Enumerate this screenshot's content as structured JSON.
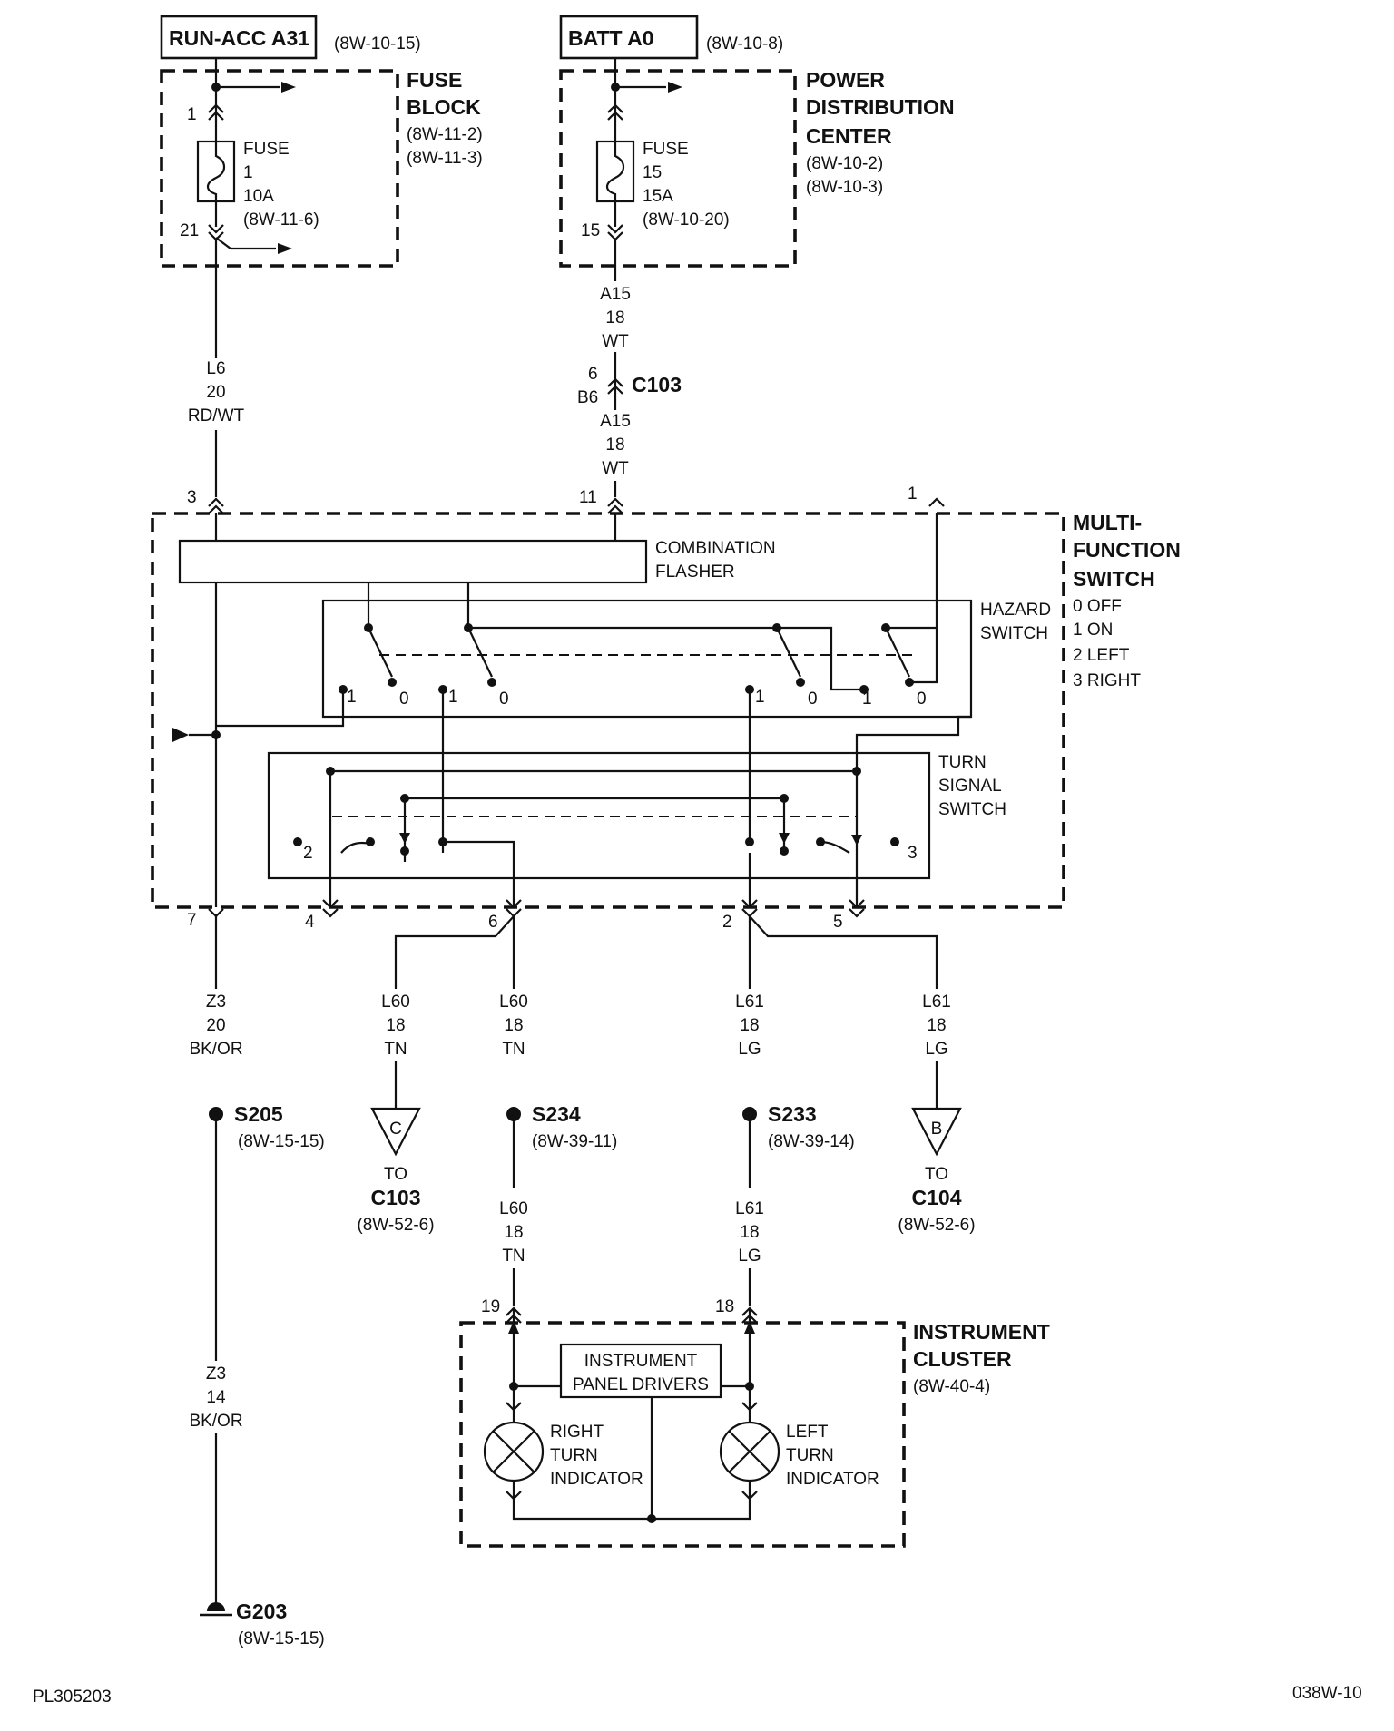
{
  "sources": {
    "run_acc": {
      "label": "RUN-ACC A31",
      "ref": "(8W-10-15)"
    },
    "batt": {
      "label": "BATT A0",
      "ref": "(8W-10-8)"
    }
  },
  "fuse_block": {
    "title1": "FUSE",
    "title2": "BLOCK",
    "ref1": "(8W-11-2)",
    "ref2": "(8W-11-3)",
    "pin_top": "1",
    "pin_bottom": "21",
    "fuse_label": "FUSE",
    "fuse_num": "1",
    "fuse_amp": "10A",
    "fuse_ref": "(8W-11-6)"
  },
  "pdc": {
    "title1": "POWER",
    "title2": "DISTRIBUTION",
    "title3": "CENTER",
    "ref1": "(8W-10-2)",
    "ref2": "(8W-10-3)",
    "pin_bottom": "15",
    "fuse_label": "FUSE",
    "fuse_num": "15",
    "fuse_amp": "15A",
    "fuse_ref": "(8W-10-20)"
  },
  "wires": {
    "l6": [
      "L6",
      "20",
      "RD/WT"
    ],
    "a15_top": [
      "A15",
      "18",
      "WT"
    ],
    "a15_bottom": [
      "A15",
      "18",
      "WT"
    ],
    "z3_top": [
      "Z3",
      "20",
      "BK/OR"
    ],
    "l60_left": [
      "L60",
      "18",
      "TN"
    ],
    "l60_mid": [
      "L60",
      "18",
      "TN"
    ],
    "l61_mid": [
      "L61",
      "18",
      "LG"
    ],
    "l61_right": [
      "L61",
      "18",
      "LG"
    ],
    "l60_low": [
      "L60",
      "18",
      "TN"
    ],
    "l61_low": [
      "L61",
      "18",
      "LG"
    ],
    "z3_low": [
      "Z3",
      "14",
      "BK/OR"
    ]
  },
  "c103_conn": {
    "label": "C103",
    "pin_a": "6",
    "pin_b": "B6"
  },
  "mfs": {
    "title1": "MULTI-",
    "title2": "FUNCTION",
    "title3": "SWITCH",
    "states": [
      "0 OFF",
      "1 ON",
      "2 LEFT",
      "3 RIGHT"
    ],
    "flasher1": "COMBINATION",
    "flasher2": "FLASHER",
    "hazard1": "HAZARD",
    "hazard2": "SWITCH",
    "turn1": "TURN",
    "turn2": "SIGNAL",
    "turn3": "SWITCH",
    "pins_top": [
      "3",
      "11",
      "1"
    ],
    "pins_bottom": [
      "7",
      "4",
      "6",
      "2",
      "5"
    ],
    "contacts": [
      "1",
      "0",
      "1",
      "0",
      "1",
      "0",
      "1",
      "0"
    ],
    "turn_positions": [
      "2",
      "3"
    ]
  },
  "splices": {
    "s205": {
      "label": "S205",
      "ref": "(8W-15-15)"
    },
    "s234": {
      "label": "S234",
      "ref": "(8W-39-11)"
    },
    "s233": {
      "label": "S233",
      "ref": "(8W-39-14)"
    }
  },
  "offpage": {
    "c": {
      "letter": "C",
      "to": "TO",
      "conn": "C103",
      "ref": "(8W-52-6)"
    },
    "b": {
      "letter": "B",
      "to": "TO",
      "conn": "C104",
      "ref": "(8W-52-6)"
    }
  },
  "cluster": {
    "title1": "INSTRUMENT",
    "title2": "CLUSTER",
    "ref": "(8W-40-4)",
    "pin_left": "19",
    "pin_right": "18",
    "drivers1": "INSTRUMENT",
    "drivers2": "PANEL DRIVERS",
    "right_ind": [
      "RIGHT",
      "TURN",
      "INDICATOR"
    ],
    "left_ind": [
      "LEFT",
      "TURN",
      "INDICATOR"
    ]
  },
  "ground": {
    "label": "G203",
    "ref": "(8W-15-15)"
  },
  "footer": {
    "left": "PL305203",
    "right": "038W-10"
  }
}
